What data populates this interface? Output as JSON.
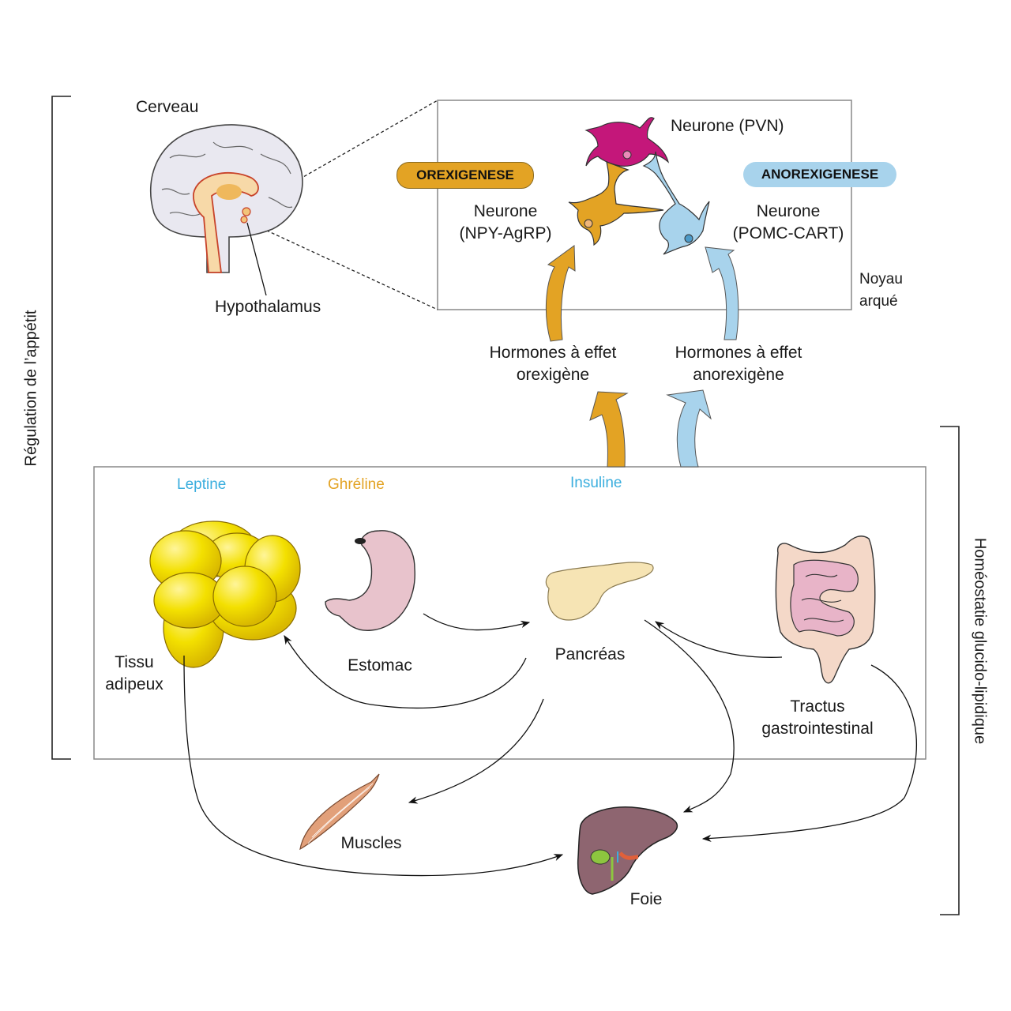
{
  "colors": {
    "orexigenic": "#e3a324",
    "anorexigenic": "#a8d3ec",
    "pvn_neuron": "#c4177a",
    "leptin_text": "#3aaede",
    "ghrelin_text": "#e3a324",
    "insulin_text": "#3aaede",
    "box_border": "#888888"
  },
  "side_labels": {
    "left": "Régulation de l’appétit",
    "right": "Homéostatie glucido-lipidique"
  },
  "brain": {
    "title": "Cerveau",
    "hypothalamus": "Hypothalamus"
  },
  "arcuate_box": {
    "pvn_label": "Neurone (PVN)",
    "orexigenese_pill": "OREXIGENESE",
    "anorexigenese_pill": "ANOREXIGENESE",
    "npy_label_line1": "Neurone",
    "npy_label_line2": "(NPY-AgRP)",
    "pomc_label_line1": "Neurone",
    "pomc_label_line2": "(POMC-CART)",
    "nucleus_line1": "Noyau",
    "nucleus_line2": "arqué"
  },
  "hormone_groups": {
    "orexigenic_line1": "Hormones à effet",
    "orexigenic_line2": "orexigène",
    "anorexigenic_line1": "Hormones à effet",
    "anorexigenic_line2": "anorexigène"
  },
  "hormones": {
    "leptin": "Leptine",
    "ghrelin": "Ghréline",
    "insulin": "Insuline"
  },
  "organs": {
    "adipose_line1": "Tissu",
    "adipose_line2": "adipeux",
    "stomach": "Estomac",
    "pancreas": "Pancréas",
    "gi_line1": "Tractus",
    "gi_line2": "gastrointestinal",
    "muscles": "Muscles",
    "liver": "Foie"
  },
  "connections": [
    {
      "from": "Estomac",
      "to": "Pancréas"
    },
    {
      "from": "Pancréas",
      "to": "Tissu adipeux"
    },
    {
      "from": "Tractus gastrointestinal",
      "to": "Pancréas"
    },
    {
      "from": "Pancréas",
      "to": "Muscles"
    },
    {
      "from": "Pancréas",
      "to": "Foie"
    },
    {
      "from": "Tissu adipeux",
      "to": "Foie"
    },
    {
      "from": "Tractus gastrointestinal",
      "to": "Foie"
    },
    {
      "from": "Hormones à effet orexigène",
      "to": "Neurone (NPY-AgRP)"
    },
    {
      "from": "Hormones à effet anorexigène",
      "to": "Neurone (POMC-CART)"
    }
  ]
}
